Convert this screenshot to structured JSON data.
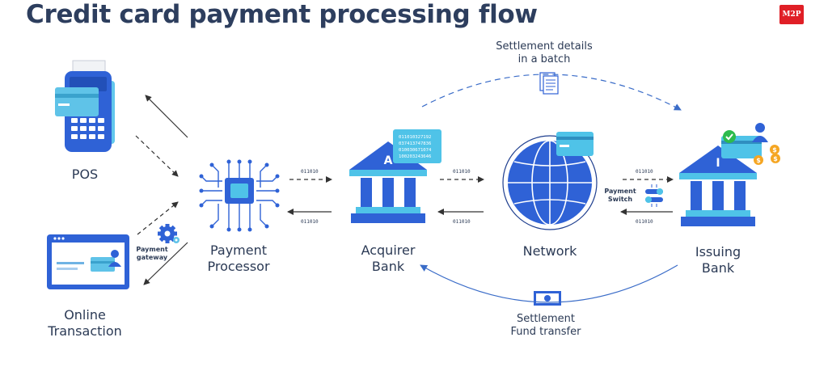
{
  "title": "Credit card payment processing flow",
  "brand": {
    "logo_text": "M2P",
    "color": "#e01f26"
  },
  "colors": {
    "title": "#2d3e5e",
    "primary": "#2f62d6",
    "accent": "#4fc3e8",
    "dark": "#1f3f8f",
    "arrow": "#333333",
    "coin": "#f5a623",
    "check": "#2dbb4e"
  },
  "nodes": {
    "pos": "POS",
    "online": {
      "line1": "Online",
      "line2": "Transaction"
    },
    "processor": {
      "line1": "Payment",
      "line2": "Processor"
    },
    "acquirer": {
      "line1": "Acquirer",
      "line2": "Bank",
      "badge": "A"
    },
    "network": "Network",
    "issuing": {
      "line1": "Issuing",
      "line2": "Bank",
      "badge": "I"
    }
  },
  "annotations": {
    "gateway": {
      "line1": "Payment",
      "line2": "gateway"
    },
    "switch": {
      "line1": "Payment",
      "line2": "Switch"
    },
    "settlement_batch": {
      "line1": "Settlement details",
      "line2": "in a batch"
    },
    "settlement_fund": {
      "line1": "Settlement",
      "line2": "Fund transfer"
    }
  },
  "binary_label": "011010",
  "data_screen_lines": [
    "011010327192",
    "037413747836",
    "010030671074",
    "100203243646"
  ]
}
